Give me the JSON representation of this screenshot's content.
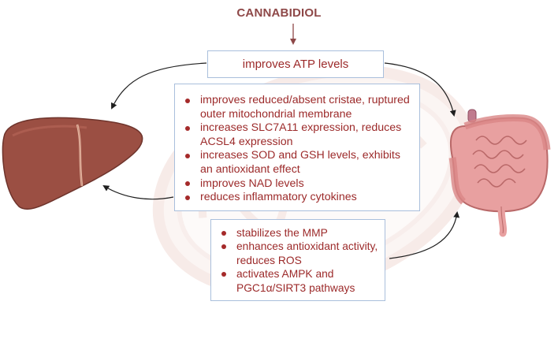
{
  "title": "CANNABIDIOL",
  "top_box": "improves ATP levels",
  "middle_box": [
    "improves reduced/absent cristae, ruptured outer mitochondrial membrane",
    "increases SLC7A11 expression, reduces  ACSL4 expression",
    "increases SOD and GSH levels, exhibits an antioxidant effect",
    "improves NAD levels",
    "reduces inflammatory cytokines"
  ],
  "bottom_box": [
    "stabilizes the MMP",
    "enhances antioxidant activity, reduces ROS",
    "activates AMPK and PGC1α/SIRT3 pathways"
  ],
  "icons": [
    "liver-icon",
    "intestine-icon",
    "mitochondrion-watermark-icon"
  ],
  "colors": {
    "title": "#8e4848",
    "text": "#9c2a2a",
    "box_border": "#a9bfdc",
    "liver": "#9b4f43",
    "intestine": "#e8a0a0"
  }
}
